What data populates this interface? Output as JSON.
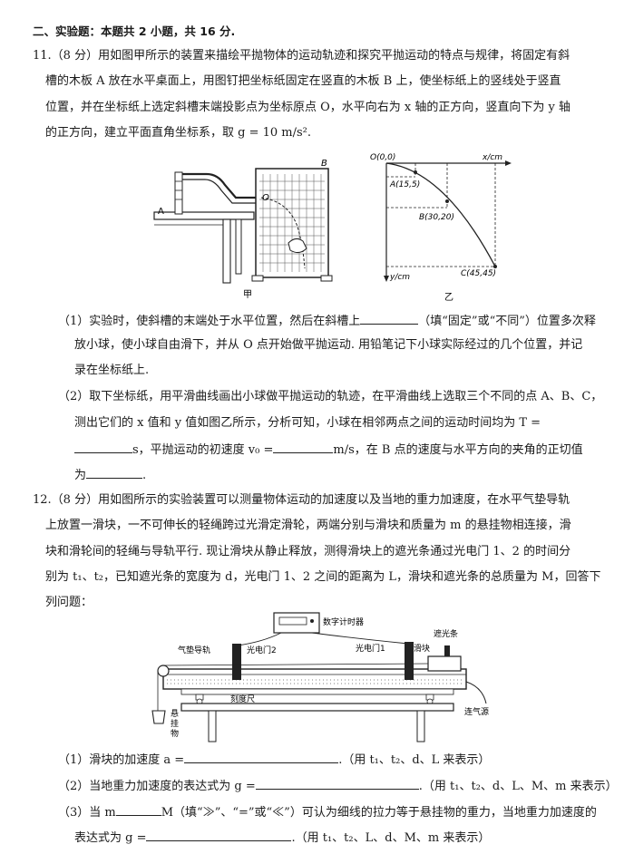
{
  "section": {
    "heading": "二、实验题：本题共 2 小题，共 16 分."
  },
  "q11": {
    "l1": "11.（8 分）用如图甲所示的装置来描绘平抛物体的运动轨迹和探究平抛运动的特点与规律，将固定有斜",
    "l2": "槽的木板 A 放在水平桌面上，用图钉把坐标纸固定在竖直的木板 B 上，使坐标纸上的竖线处于竖直",
    "l3": "位置，并在坐标纸上选定斜槽末端投影点为坐标原点 O，水平向右为 x 轴的正方向，竖直向下为 y 轴",
    "l4": "的正方向，建立平面直角坐标系，取 g = 10 m/s².",
    "fig_a": {
      "label_a": "A",
      "label_b": "B",
      "label_o": "O",
      "caption": "甲"
    },
    "fig_b": {
      "origin": "O(0,0)",
      "x_axis": "x/cm",
      "y_axis": "y/cm",
      "point_a": "A(15,5)",
      "point_b": "B(30,20)",
      "point_c": "C(45,45)",
      "caption": "乙"
    },
    "p1_l1a": "（1）实验时，使斜槽的末端处于水平位置，然后在斜槽上",
    "p1_l1b": "（填“固定”或“不同”）位置多次释",
    "p1_l2": "放小球，使小球自由滑下，并从 O 点开始做平抛运动. 用铅笔记下小球实际经过的几个位置，并记",
    "p1_l3": "录在坐标纸上.",
    "p2_l1": "（2）取下坐标纸，用平滑曲线画出小球做平抛运动的轨迹，在平滑曲线上选取三个不同的点 A、B、C，",
    "p2_l2": "测出它们的 x 值和 y 值如图乙所示，分析可知，小球在相邻两点之间的运动时间均为 T =",
    "p2_l3a": "s，平抛运动的初速度 v₀ =",
    "p2_l3b": "m/s，在 B 点的速度与水平方向的夹角的正切值",
    "p2_l4a": "为",
    "p2_l4b": "."
  },
  "q12": {
    "l1": "12.（8 分）用如图所示的实验装置可以测量物体运动的加速度以及当地的重力加速度，在水平气垫导轨",
    "l2": "上放置一滑块，一不可伸长的轻绳跨过光滑定滑轮，两端分别与滑块和质量为 m 的悬挂物相连接，滑",
    "l3": "块和滑轮间的轻绳与导轨平行. 现让滑块从静止释放，测得滑块上的遮光条通过光电门 1、2 的时间分",
    "l4": "别为 t₁、t₂，已知遮光条的宽度为 d，光电门 1、2 之间的距离为 L，滑块和遮光条的总质量为 M，回答下",
    "l5": "列问题：",
    "fig": {
      "timer": "数字计时器",
      "air_track": "气垫导轨",
      "gate2": "光电门2",
      "gate1": "光电门1",
      "slider": "滑块",
      "shade": "遮光条",
      "ruler": "刻度尺",
      "hang_1": "悬",
      "hang_2": "挂",
      "hang_3": "物",
      "air_source": "连气源"
    },
    "s1a": "（1）滑块的加速度 a =",
    "s1b": ".（用 t₁、t₂、d、L 来表示）",
    "s2a": "（2）当地重力加速度的表达式为 g =",
    "s2b": ".（用 t₁、t₂、d、L、M、m 来表示）",
    "s3_l1a": "（3）当 m",
    "s3_l1b": "M（填“≫”、“=”或“≪”）可认为细线的拉力等于悬挂物的重力，当地重力加速度的",
    "s3_l2a": "表达式为 g =",
    "s3_l2b": ".（用 t₁、t₂、L、d、M、m 来表示）"
  }
}
